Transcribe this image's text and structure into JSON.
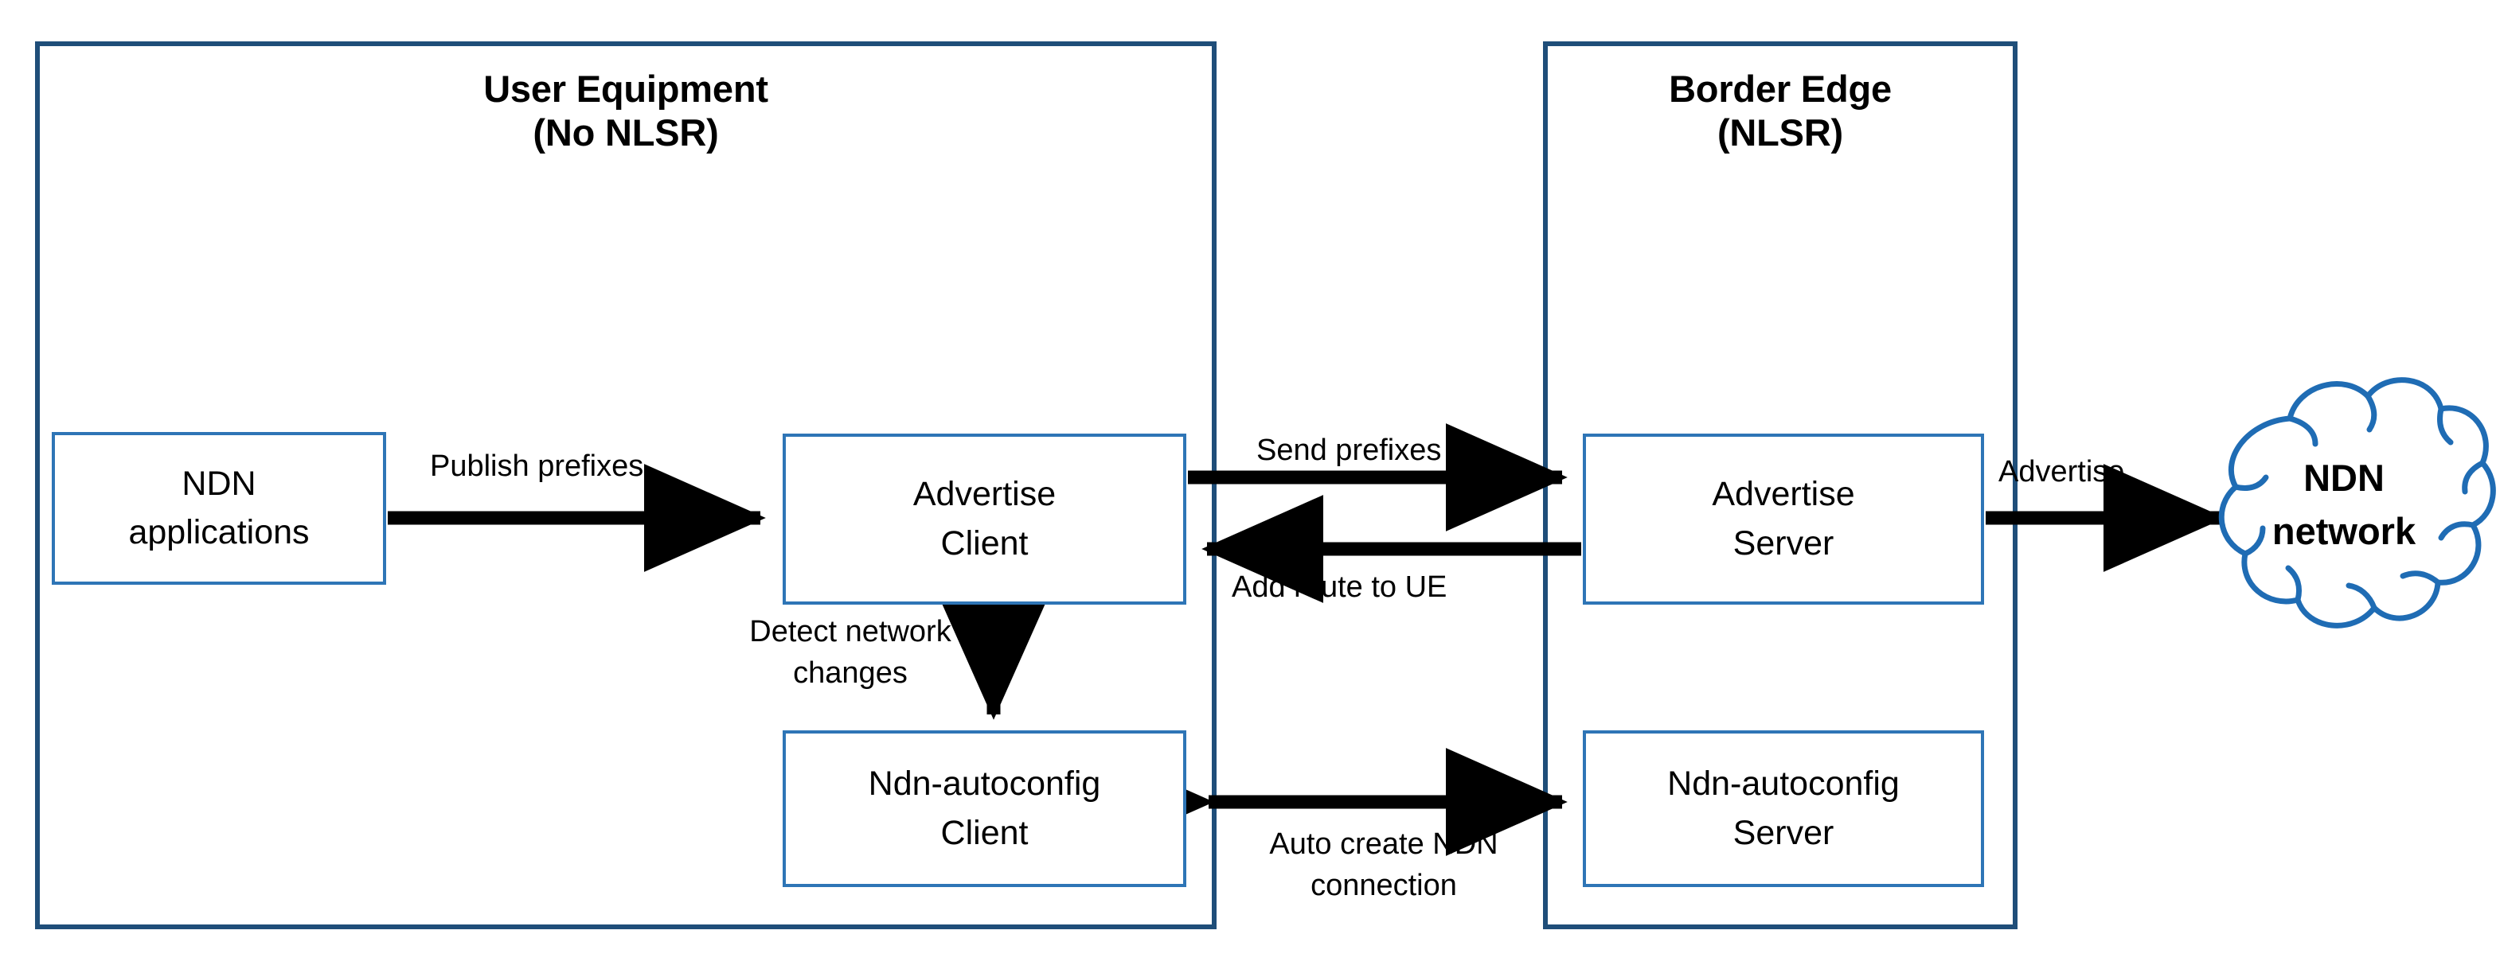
{
  "diagram": {
    "panels": [
      {
        "id": "user-equipment",
        "title_line1": "User Equipment",
        "title_line2": "(No NLSR)"
      },
      {
        "id": "border-edge",
        "title_line1": "Border Edge",
        "title_line2": "(NLSR)"
      }
    ],
    "nodes": [
      {
        "id": "ndn-applications",
        "line1": "NDN",
        "line2": "applications"
      },
      {
        "id": "advertise-client",
        "line1": "Advertise",
        "line2": "Client"
      },
      {
        "id": "ndn-autoconfig-client",
        "line1": "Ndn-autoconfig",
        "line2": "Client"
      },
      {
        "id": "advertise-server",
        "line1": "Advertise",
        "line2": "Server"
      },
      {
        "id": "ndn-autoconfig-server",
        "line1": "Ndn-autoconfig",
        "line2": "Server"
      }
    ],
    "cloud": {
      "id": "ndn-network",
      "line1": "NDN",
      "line2": "network"
    },
    "edges": [
      {
        "id": "publish-prefixes",
        "label": "Publish prefixes",
        "direction": "right"
      },
      {
        "id": "send-prefixes",
        "label": "Send prefixes",
        "direction": "right"
      },
      {
        "id": "add-route-to-ue",
        "label": "Add route to UE",
        "direction": "left"
      },
      {
        "id": "advertise",
        "label": "Advertise",
        "direction": "right"
      },
      {
        "id": "detect-network-changes",
        "label_line1": "Detect network",
        "label_line2": "changes",
        "direction": "down"
      },
      {
        "id": "auto-create-ndn-connection",
        "label_line1": "Auto create NDN",
        "label_line2": "connection",
        "direction": "both"
      }
    ],
    "colors": {
      "panel_border": "#1F4E79",
      "node_border": "#2E75B6",
      "cloud_stroke": "#1F6CB4",
      "arrow": "#000000",
      "text": "#000000",
      "background": "#FFFFFF"
    }
  }
}
